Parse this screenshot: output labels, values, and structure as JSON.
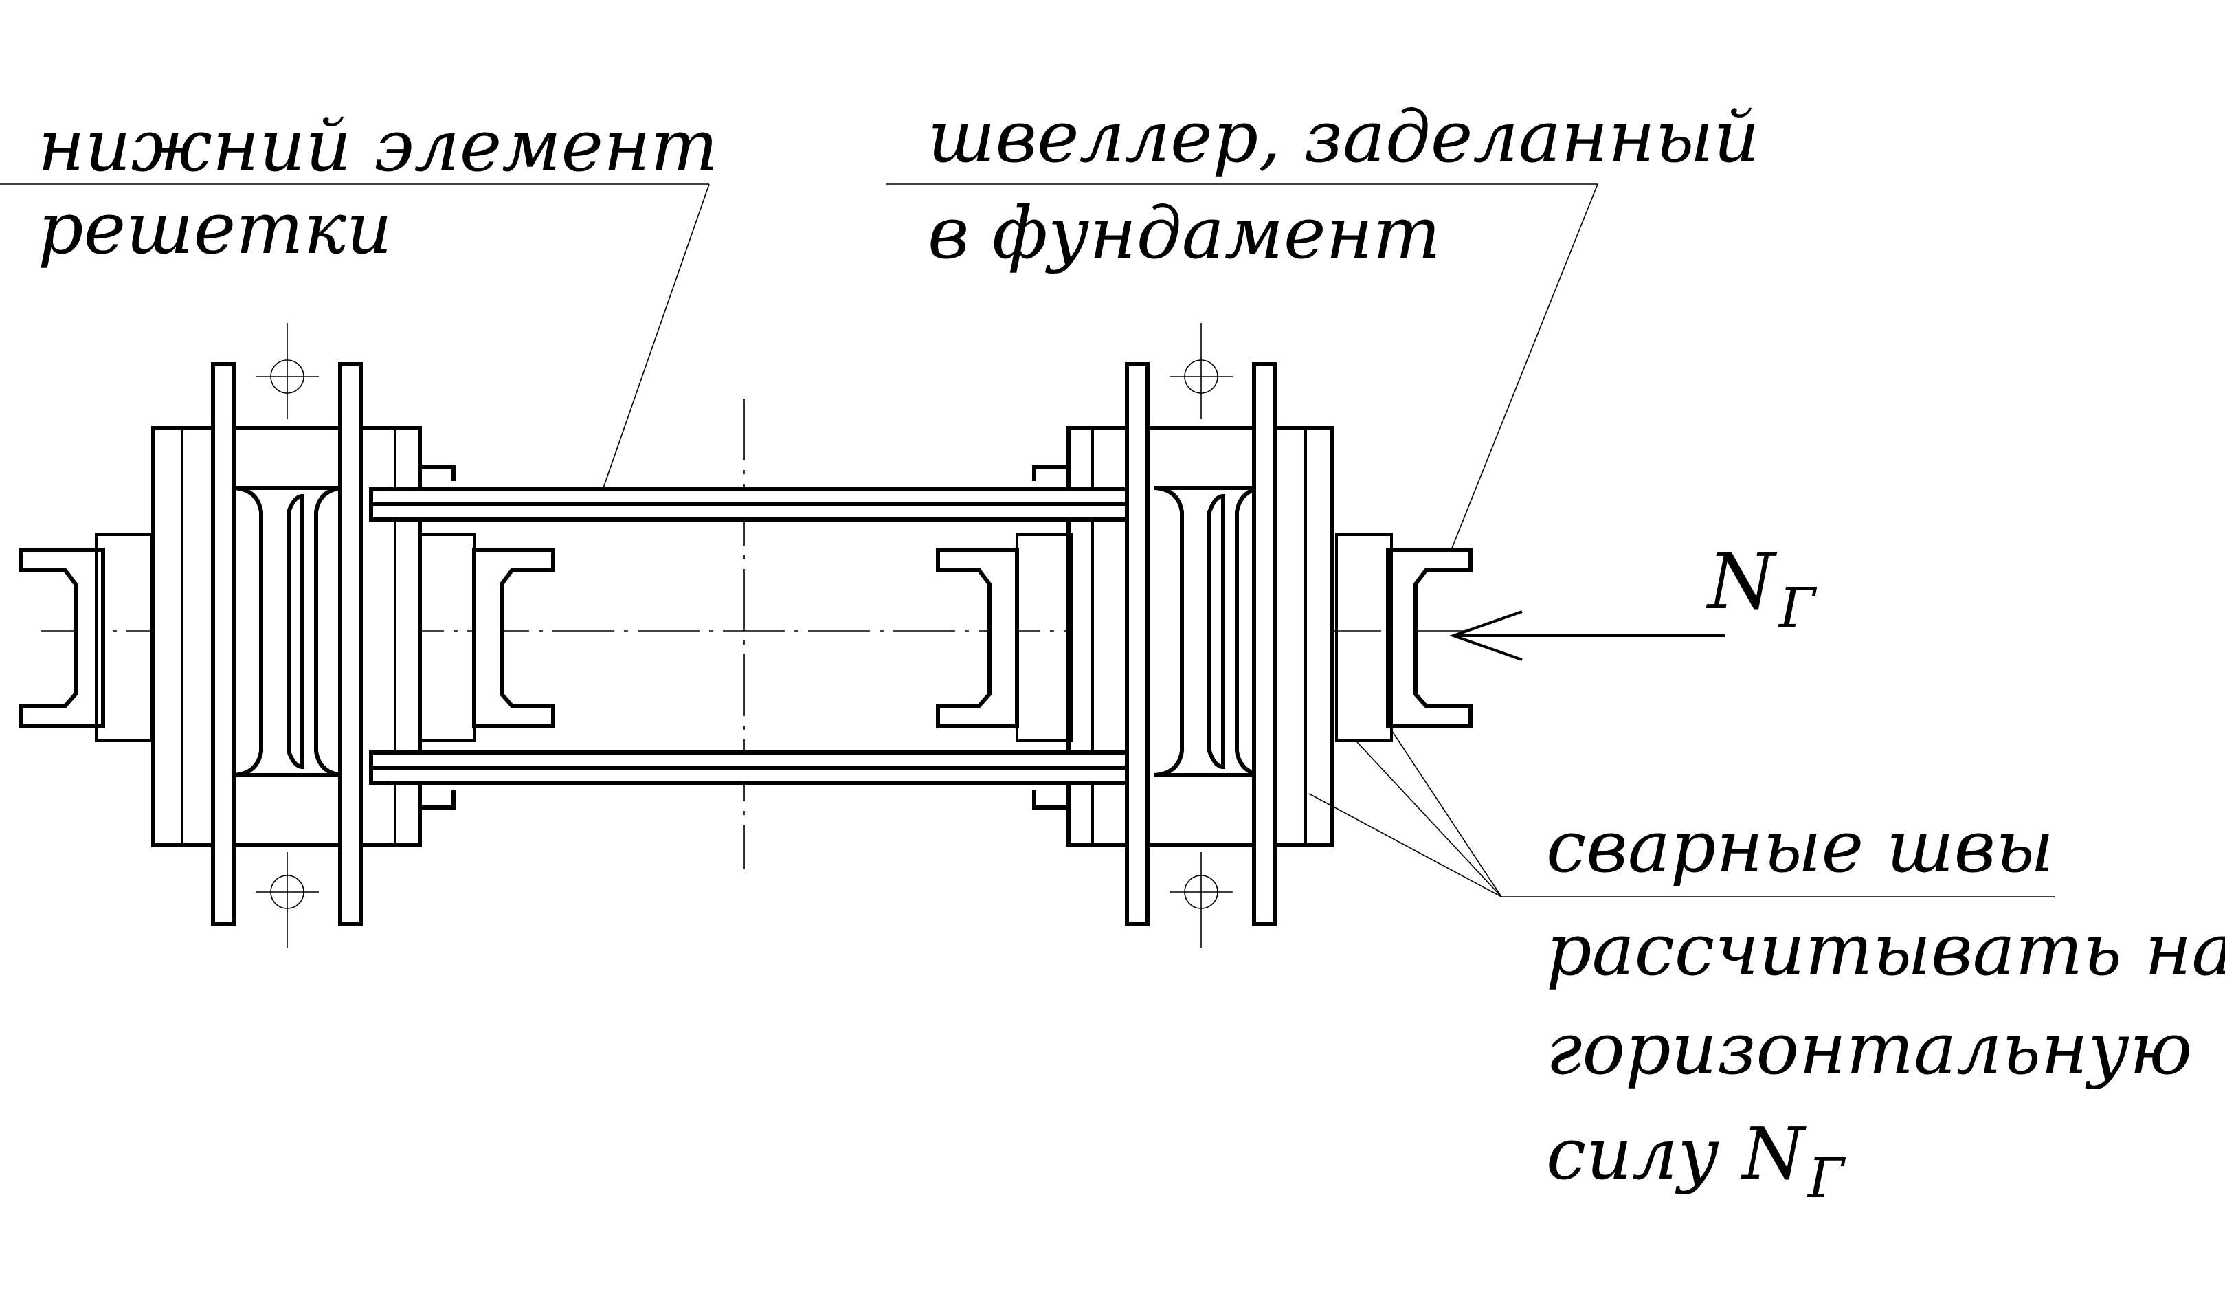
{
  "labels": {
    "lattice_element": [
      "нижний элемент",
      "решетки"
    ],
    "embedded_channel": [
      "швеллер, заделанный",
      "в фундамент"
    ],
    "welds_note": [
      "сварные швы",
      "рассчитывать на",
      "горизонтальную",
      "силу N"
    ],
    "welds_note_subscript": "Г",
    "force_symbol": "N",
    "force_subscript": "Г"
  }
}
